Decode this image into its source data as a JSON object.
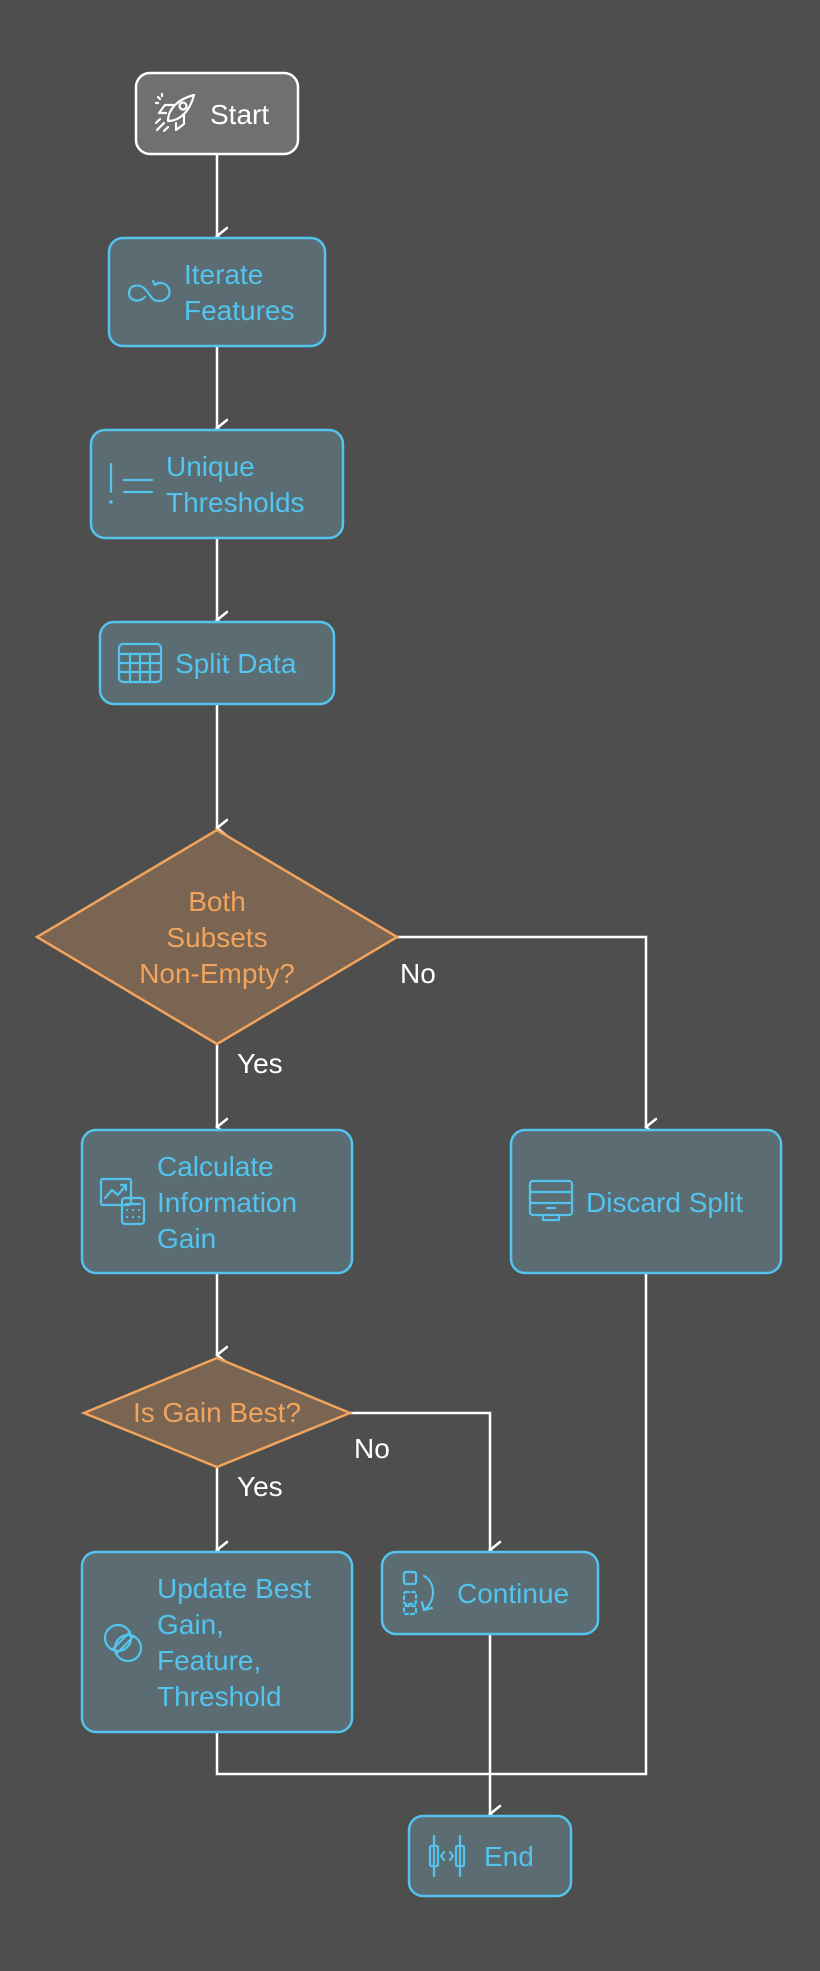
{
  "nodes": {
    "start": {
      "label": "Start",
      "icon": "rocket-icon"
    },
    "iterate": {
      "line1": "Iterate",
      "line2": "Features",
      "icon": "infinity-loop-icon"
    },
    "unique": {
      "line1": "Unique",
      "line2": "Thresholds",
      "icon": "list-icon"
    },
    "split": {
      "label": "Split Data",
      "icon": "table-grid-icon"
    },
    "both": {
      "line1": "Both",
      "line2": "Subsets",
      "line3": "Non-Empty?"
    },
    "calc": {
      "line1": "Calculate",
      "line2": "Information",
      "line3": "Gain",
      "icon": "chart-calculator-icon"
    },
    "discard": {
      "label": "Discard Split",
      "icon": "tray-icon"
    },
    "isbest": {
      "label": "Is Gain Best?"
    },
    "update": {
      "line1": "Update Best",
      "line2": "Gain,",
      "line3": "Feature,",
      "line4": "Threshold",
      "icon": "target-icon"
    },
    "continue": {
      "label": "Continue",
      "icon": "rotate-arrow-icon"
    },
    "end": {
      "label": "End",
      "icon": "code-brackets-icon"
    }
  },
  "edge_labels": {
    "both_no": "No",
    "both_yes": "Yes",
    "best_no": "No",
    "best_yes": "Yes"
  },
  "colors": {
    "background": "#4e4e4e",
    "process_fill": "#5b6d73",
    "process_accent": "#52c4ee",
    "decision_fill": "#7a6552",
    "decision_accent": "#f2a35c",
    "start_fill": "#707070",
    "edge": "#ffffff"
  }
}
